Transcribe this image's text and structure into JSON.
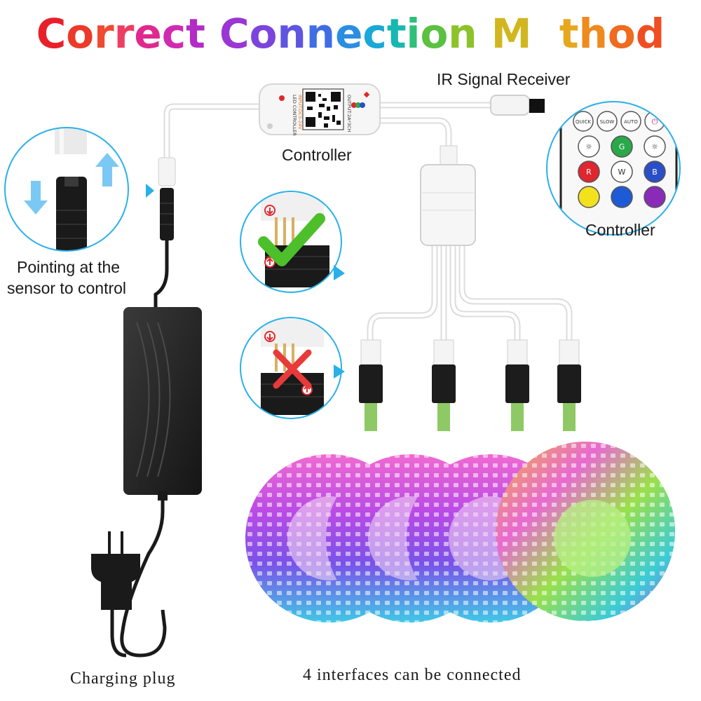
{
  "title": {
    "text": "Correct Connection Method",
    "letter_colors": [
      "#e8202a",
      "#ec3a2a",
      "#f04a32",
      "#ee3d62",
      "#e0288e",
      "#d02ab2",
      "#b32cc6",
      "#ffffff",
      "#9a36d4",
      "#7c44dc",
      "#5f55e0",
      "#3f6ee4",
      "#2a8ee2",
      "#1aa8d8",
      "#18b8b0",
      "#2ec07a",
      "#5cc040",
      "#8cc22a",
      "#b6c226",
      "#d2b620",
      "#ffffff",
      "#e6a81e",
      "#ee8a1e",
      "#f06a20",
      "#f04e22",
      "#ec3628"
    ]
  },
  "labels": {
    "ir_receiver": "IR Signal Receiver",
    "controller_main": "Controller",
    "controller_remote": "Controller",
    "pointing": "Pointing at the",
    "pointing2": "sensor to control",
    "charging_plug": "Charging plug",
    "interfaces": "4 interfaces can be connected"
  },
  "controller_box_text": [
    "LED CONTROLLER",
    "INPUT:DC5-24V",
    "OUTPUT:2A*3CH",
    "DC 5-24V"
  ],
  "remote_buttons": [
    {
      "label": "QUICK",
      "color": "#ffffff",
      "text": "#333333"
    },
    {
      "label": "SLOW",
      "color": "#ffffff",
      "text": "#333333"
    },
    {
      "label": "AUTO",
      "color": "#ffffff",
      "text": "#333333"
    },
    {
      "label": "⏻",
      "color": "#ffffff",
      "text": "#d02a6a"
    },
    {
      "label": "☼",
      "color": "#ffffff",
      "text": "#333333"
    },
    {
      "label": "G",
      "color": "#2aa84a",
      "text": "#ffffff"
    },
    {
      "label": "☼",
      "color": "#ffffff",
      "text": "#333333"
    },
    {
      "label": "R",
      "color": "#e0262e",
      "text": "#ffffff"
    },
    {
      "label": "W",
      "color": "#ffffff",
      "text": "#333333"
    },
    {
      "label": "B",
      "color": "#2a4ec8",
      "text": "#ffffff"
    },
    {
      "label": "",
      "color": "#f2e21e",
      "text": "#333333"
    },
    {
      "label": "",
      "color": "#1e5ad6",
      "text": "#333333"
    },
    {
      "label": "",
      "color": "#8a2ab8",
      "text": "#333333"
    }
  ],
  "status": {
    "correct_icon": "check-icon",
    "wrong_icon": "cross-icon",
    "correct_color": "#4cbf2a",
    "wrong_color": "#e83a3a"
  },
  "accent": "#2ab0e8"
}
